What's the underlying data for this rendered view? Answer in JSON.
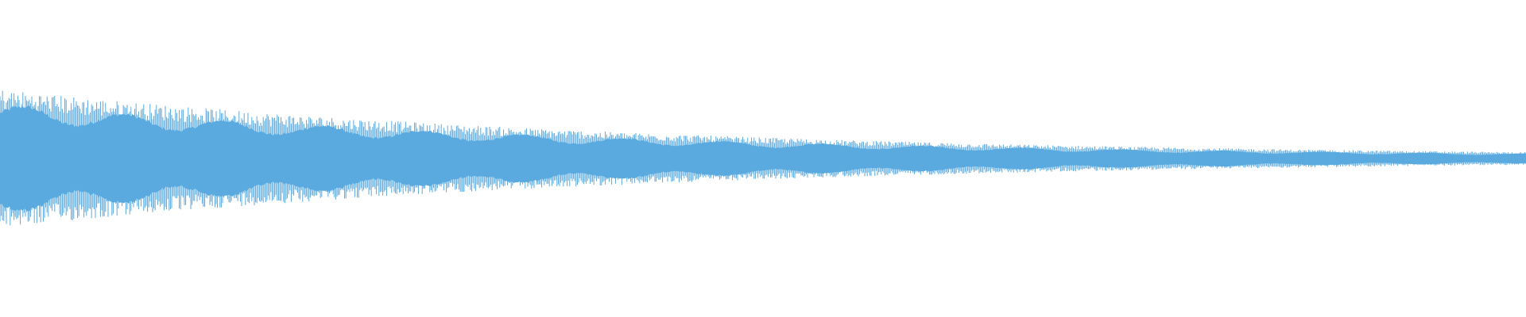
{
  "waveform": {
    "color": "#5aaae0",
    "background": "#ffffff",
    "envelope": {
      "start_amplitude": 0.44,
      "end_amplitude": 0.04,
      "decay": "exponential"
    }
  }
}
